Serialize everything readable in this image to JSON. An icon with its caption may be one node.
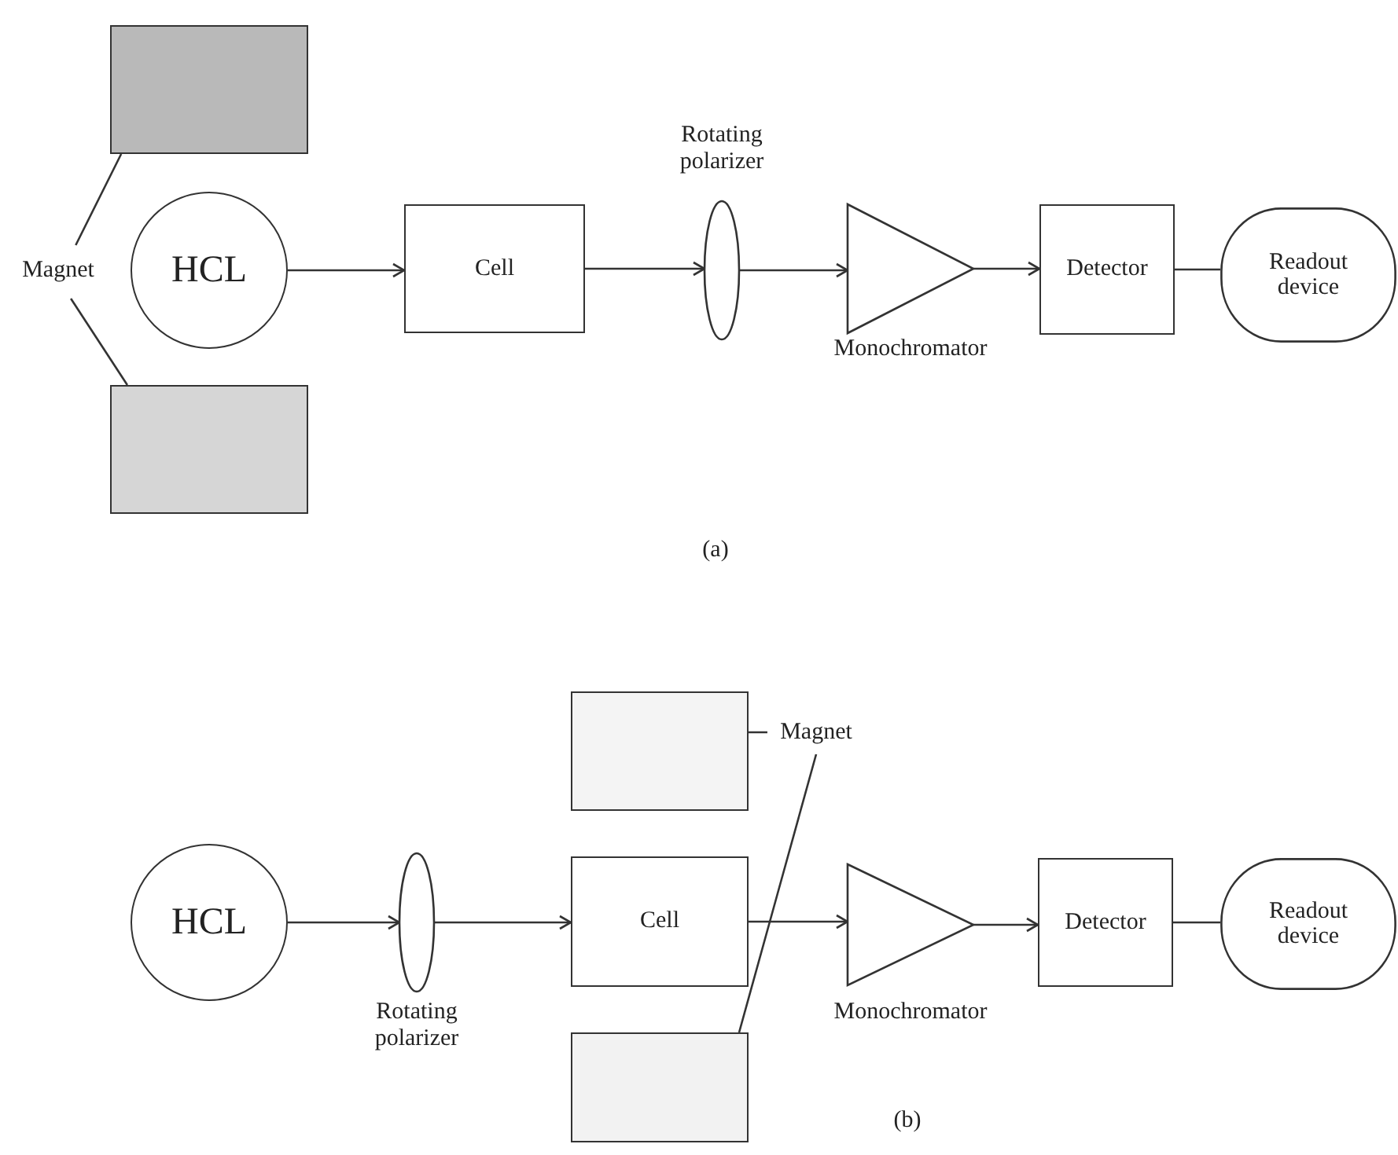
{
  "diagram": {
    "nodes": [
      {
        "text": [
          "Magnet"
        ]
      },
      {
        "text": [],
        "shape": "box"
      },
      {
        "text": [],
        "shape": "box"
      },
      {
        "text": [
          "HCL"
        ]
      },
      {
        "text": [
          "Cell"
        ]
      },
      {
        "text": [
          "Rotating polarizer"
        ]
      },
      {
        "text": [
          "Monochromator"
        ]
      },
      {
        "text": [
          "Detector"
        ]
      },
      {
        "text": [
          "Readout device"
        ]
      },
      {
        "text": [],
        "shape": "box"
      },
      {
        "text": [
          "Magnet"
        ]
      },
      {
        "text": [
          "HCL"
        ]
      },
      {
        "text": [
          "Rotating polarizer"
        ]
      },
      {
        "text": [
          "Cell"
        ]
      },
      {
        "text": [],
        "shape": "box"
      },
      {
        "text": [
          "Monochromator"
        ]
      },
      {
        "text": [
          "Detector"
        ]
      },
      {
        "text": [
          "Readout device"
        ]
      }
    ],
    "edges": [
      {
        "from": 0,
        "to": 1,
        "arrow": "none"
      },
      {
        "from": 0,
        "to": 2,
        "arrow": "none"
      },
      {
        "from": 3,
        "to": 4,
        "arrow": "to"
      },
      {
        "from": 4,
        "to": 5,
        "arrow": "to"
      },
      {
        "from": 5,
        "to": 6,
        "arrow": "to"
      },
      {
        "from": 6,
        "to": 7,
        "arrow": "to"
      },
      {
        "from": 7,
        "to": 8,
        "arrow": "none"
      },
      {
        "from": 10,
        "to": 9,
        "arrow": "none"
      },
      {
        "from": 10,
        "to": 14,
        "arrow": "none"
      },
      {
        "from": 11,
        "to": 12,
        "arrow": "to"
      },
      {
        "from": 12,
        "to": 13,
        "arrow": "to"
      },
      {
        "from": 13,
        "to": 15,
        "arrow": "to"
      },
      {
        "from": 15,
        "to": 16,
        "arrow": "to"
      },
      {
        "from": 16,
        "to": 17,
        "arrow": "none"
      }
    ],
    "labels": [
      "(a)",
      "(b)"
    ]
  }
}
